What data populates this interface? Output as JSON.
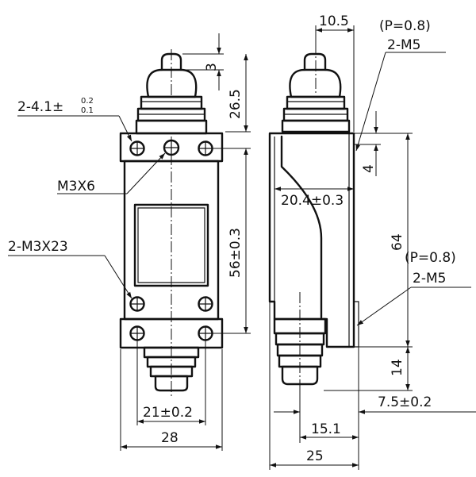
{
  "dimensions": {
    "top_width": "10.5",
    "pitch_top": "(P=0.8)",
    "thread_top": "2-M5",
    "plunger_stroke": "3",
    "head_height": "26.5",
    "mount_hole_prefix": "2-4.1±",
    "mount_hole_tol_upper": "0.2",
    "mount_hole_tol_lower": "0.1",
    "screw_small": "M3X6",
    "screw_large": "2-M3X23",
    "hole_pitch": "56±0.3",
    "side_offset": "4",
    "side_width": "20.4±0.3",
    "body_height": "64",
    "pitch_bottom": "(P=0.8)",
    "thread_bottom": "2-M5",
    "bottom_height": "14",
    "side_bottom_a": "7.5±0.2",
    "side_bottom_b": "15.1",
    "side_total": "25",
    "front_hole_spacing": "21±0.2",
    "front_width": "28"
  }
}
